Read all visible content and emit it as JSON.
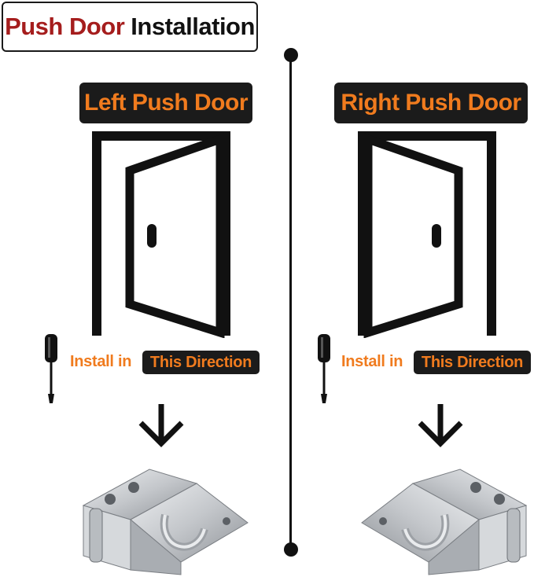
{
  "header": {
    "title_part1": "Push Door",
    "title_part2": "Installation"
  },
  "left_panel": {
    "label": "Left Push Door",
    "install_prefix": "Install in",
    "install_highlight": "This Direction"
  },
  "right_panel": {
    "label": "Right Push Door",
    "install_prefix": "Install in",
    "install_highlight": "This Direction"
  },
  "colors": {
    "accent_orange": "#f07b1e",
    "title_red": "#a51d1d",
    "label_background": "#1b1b1b",
    "steel": "#c9ccd0"
  },
  "icons": [
    "door-icon",
    "screwdriver-icon",
    "down-arrow-icon",
    "hasp-latch-image"
  ]
}
